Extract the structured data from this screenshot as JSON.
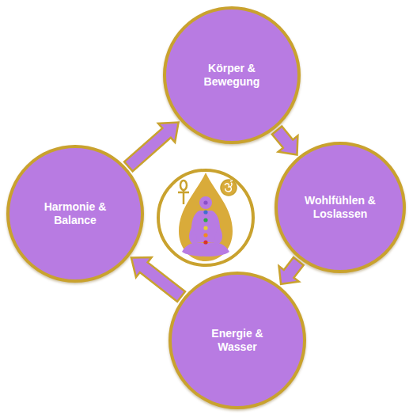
{
  "diagram": {
    "nodes": [
      {
        "text": [
          "Körper & Bewegung"
        ]
      },
      {
        "text": [
          "Harmonie & Balance"
        ]
      },
      {
        "text": [
          "Wohlfühlen & Loslassen"
        ]
      },
      {
        "text": [
          "Energie & Wasser"
        ]
      }
    ],
    "edges": [
      {
        "from": 0,
        "to": 2,
        "arrow": "to"
      },
      {
        "from": 2,
        "to": 3,
        "arrow": "to"
      },
      {
        "from": 3,
        "to": 1,
        "arrow": "to"
      },
      {
        "from": 1,
        "to": 0,
        "arrow": "to"
      }
    ]
  }
}
